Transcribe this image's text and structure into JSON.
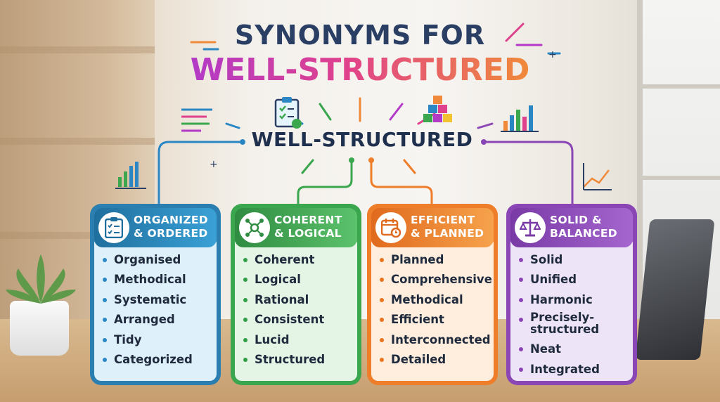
{
  "title_line1": "SYNONYMS FOR",
  "title_line2": "WELL-STRUCTURED",
  "center_word": "WELL-STRUCTURED",
  "colors": {
    "blue": "#2b7fb0",
    "green": "#3aa64d",
    "orange": "#ef7e2a",
    "purple": "#8a46b5",
    "navy": "#1f2f4e"
  },
  "cards": [
    {
      "heading": [
        "ORGANIZED",
        "& ORDERED"
      ],
      "icon": "clipboard-checklist-icon",
      "items": [
        "Organised",
        "Methodical",
        "Systematic",
        "Arranged",
        "Tidy",
        "Categorized"
      ]
    },
    {
      "heading": [
        "COHERENT",
        "& LOGICAL"
      ],
      "icon": "network-nodes-icon",
      "items": [
        "Coherent",
        "Logical",
        "Rational",
        "Consistent",
        "Lucid",
        "Structured"
      ]
    },
    {
      "heading": [
        "EFFICIENT",
        "& PLANNED"
      ],
      "icon": "calendar-clock-icon",
      "items": [
        "Planned",
        "Comprehensive",
        "Methodical",
        "Efficient",
        "Interconnected",
        "Detailed"
      ]
    },
    {
      "heading": [
        "SOLID &",
        "BALANCED"
      ],
      "icon": "scales-icon",
      "items": [
        "Solid",
        "Unified",
        "Harmonic",
        "Precisely-structured",
        "Neat",
        "Integrated"
      ]
    }
  ]
}
